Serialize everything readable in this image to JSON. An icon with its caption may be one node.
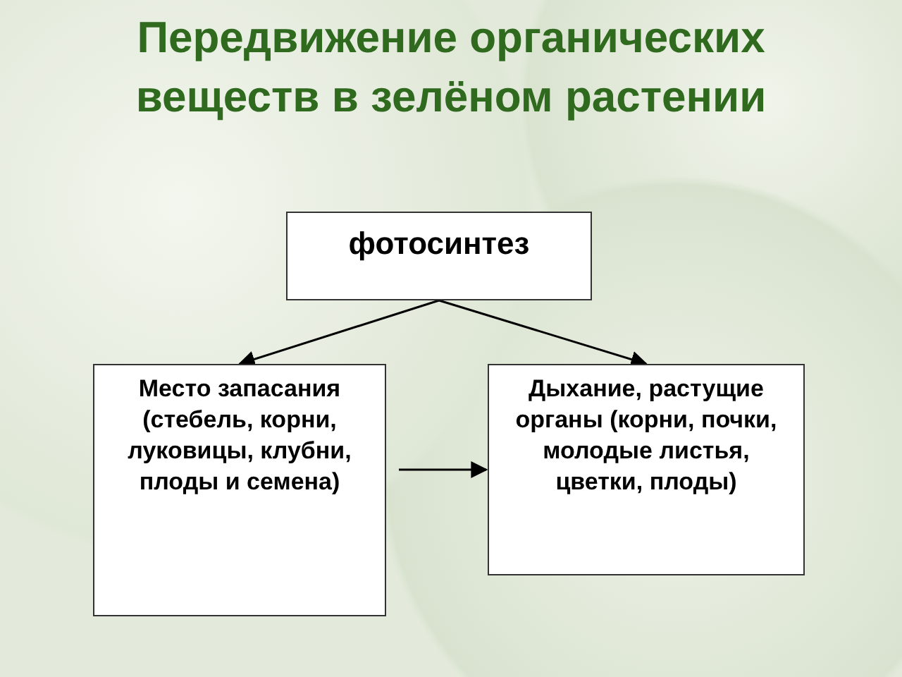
{
  "diagram": {
    "title": "Передвижение органических веществ в зелёном растении",
    "nodes": [
      {
        "text": [
          "фотосинтез"
        ]
      },
      {
        "text": [
          "Место запасания (стебель, корни, луковицы, клубни, плоды и семена)"
        ]
      },
      {
        "text": [
          "Дыхание, растущие органы (корни, почки, молодые листья, цветки, плоды)"
        ]
      }
    ],
    "edges": [
      {
        "from": 0,
        "to": 1,
        "arrow": "to"
      },
      {
        "from": 0,
        "to": 2,
        "arrow": "to"
      },
      {
        "from": 1,
        "to": 2,
        "arrow": "to"
      }
    ]
  }
}
